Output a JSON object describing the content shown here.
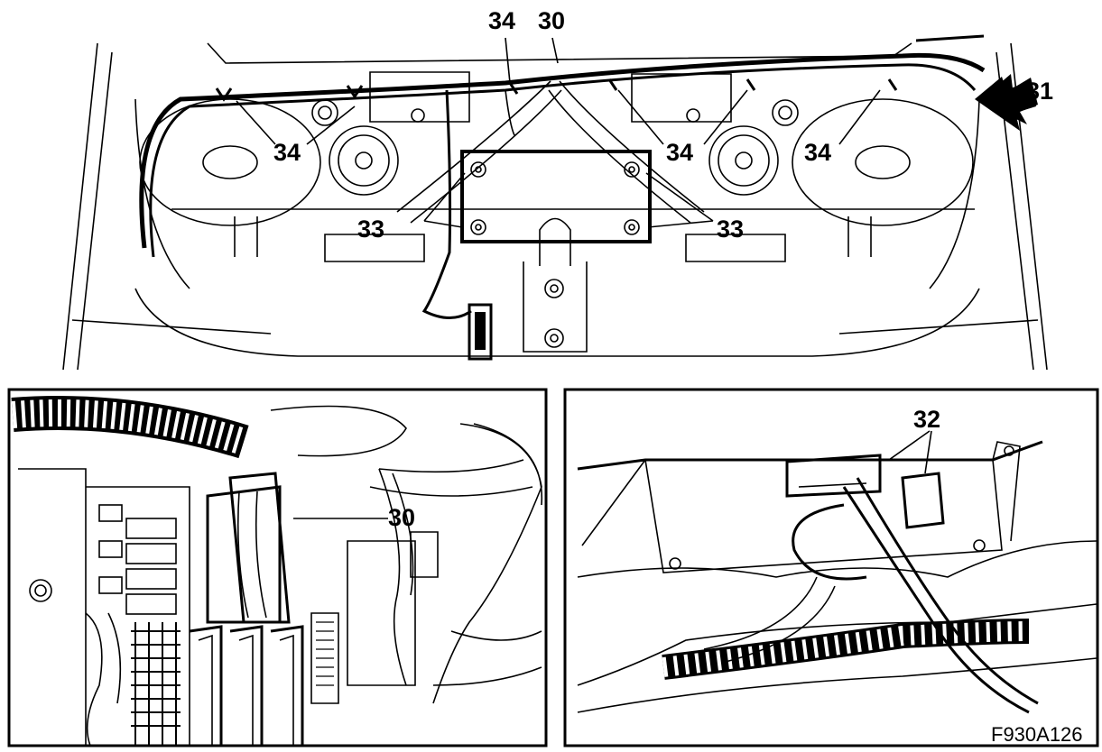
{
  "diagram": {
    "top_labels": {
      "l34_top": "34",
      "l30_top": "30",
      "l31": "31",
      "l34_left_a": "34",
      "l34_mid_b": "34",
      "l34_right_c": "34",
      "l33_left": "33",
      "l33_right": "33"
    },
    "inset_left_labels": {
      "l30": "30"
    },
    "inset_right_labels": {
      "l32": "32"
    },
    "figure_code": "F930A126"
  }
}
